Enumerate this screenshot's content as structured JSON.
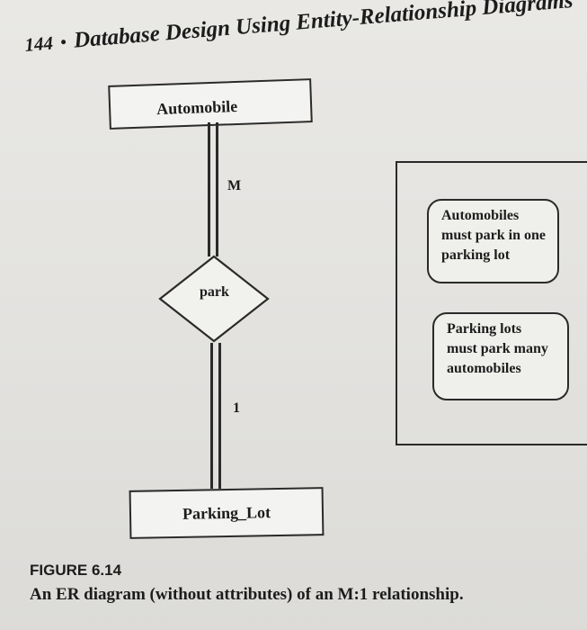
{
  "header": {
    "page_number": "144",
    "separator": "•",
    "title": "Database Design Using Entity-Relationship Diagrams"
  },
  "diagram": {
    "entity_top": "Automobile",
    "relationship": "park",
    "entity_bottom": "Parking_Lot",
    "cardinality_top": "M",
    "cardinality_bottom": "1"
  },
  "notes": [
    {
      "lines": [
        "Automobiles",
        "must park in one",
        "parking lot"
      ]
    },
    {
      "lines": [
        "Parking lots",
        "must park many",
        "automobiles"
      ]
    }
  ],
  "figure": {
    "number": "FIGURE 6.14",
    "caption": "An ER diagram (without attributes) of an M:1 relationship."
  }
}
